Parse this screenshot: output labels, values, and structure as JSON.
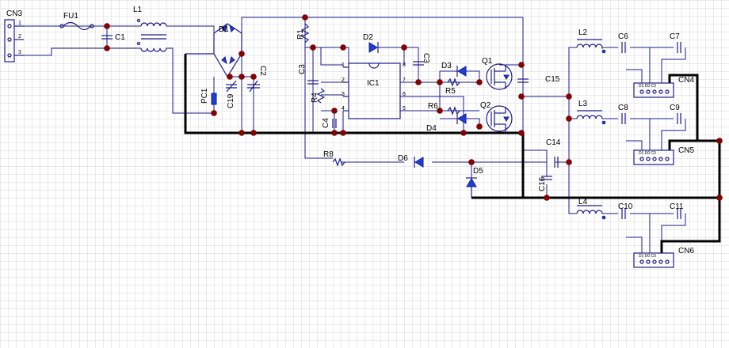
{
  "colors": {
    "grid": "#d7d7d7",
    "wire": "#1a1a8c",
    "bus": "#000000",
    "node": "#8b0000",
    "diode_fill": "#1a3fd6",
    "background": "#ffffff"
  },
  "labels": {
    "CN3": "CN3",
    "FU1": "FU1",
    "L1": "L1",
    "C1": "C1",
    "D1": "D1",
    "R1": "R1",
    "D2": "D2",
    "C3a": "C3",
    "C3b": "C3",
    "IC1": "IC1",
    "D3": "D3",
    "Q1": "Q1",
    "R5": "R5",
    "C2": "C2",
    "PC1": "PC1",
    "C19": "C19",
    "R4": "R4",
    "C4": "C4",
    "R6": "R6",
    "D4": "D4",
    "Q2": "Q2",
    "C15": "C15",
    "C14": "C14",
    "R8": "R8",
    "D6": "D6",
    "D5": "D5",
    "C16": "C16",
    "L2": "L2",
    "C6": "C6",
    "C7": "C7",
    "CN4": "CN4",
    "L3": "L3",
    "C8": "C8",
    "C9": "C9",
    "CN5": "CN5",
    "L4": "L4",
    "C10": "C10",
    "C11": "C11",
    "CN6": "CN6"
  },
  "ic_pins": [
    "1",
    "2",
    "3",
    "4",
    "5",
    "6",
    "7",
    "8"
  ],
  "cn3_pins": [
    "1",
    "2",
    "3"
  ],
  "connector_pins": "D1 D0 C0"
}
